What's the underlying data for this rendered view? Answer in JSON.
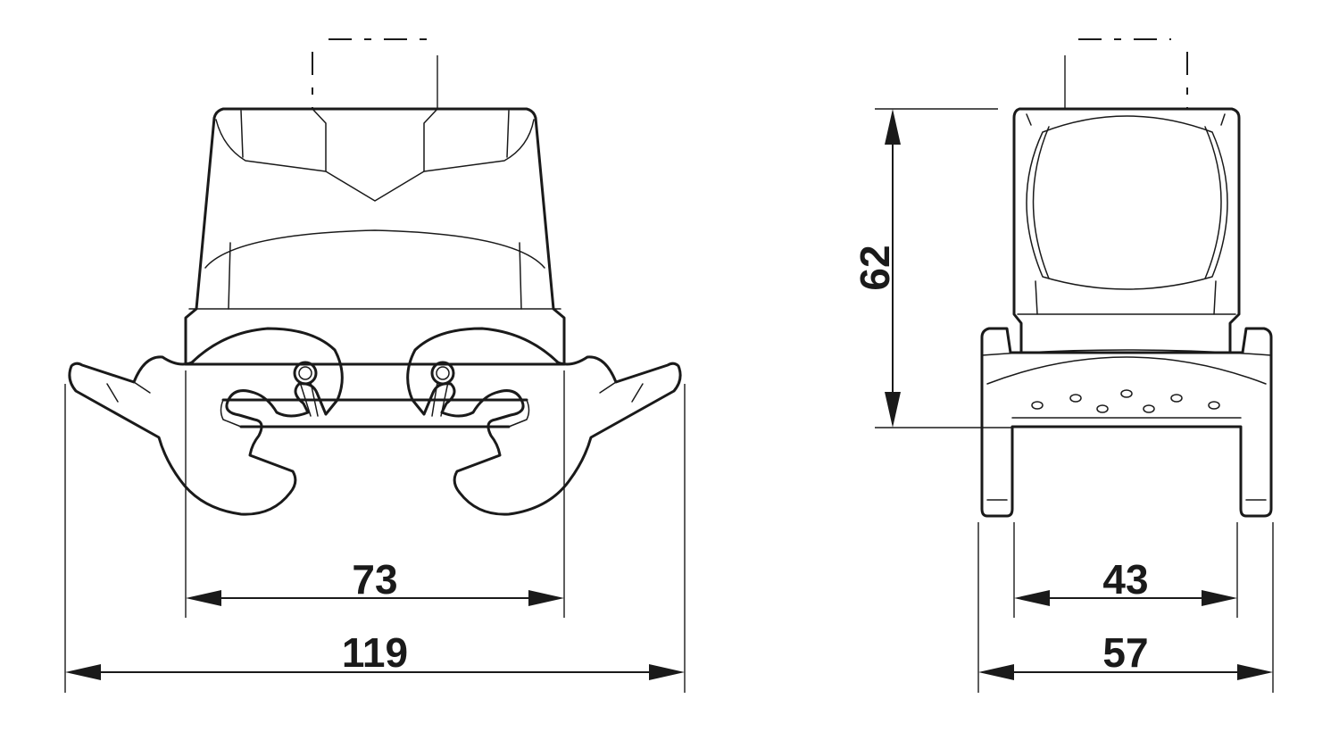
{
  "dimensions": {
    "front_inner_width": "73",
    "front_overall_width": "119",
    "side_height": "62",
    "side_inner_width": "43",
    "side_overall_width": "57"
  }
}
